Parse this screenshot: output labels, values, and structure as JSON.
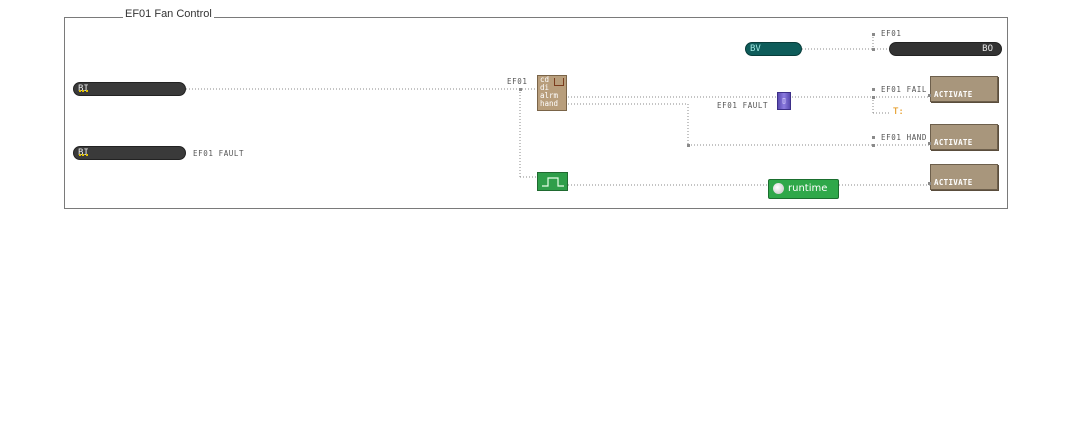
{
  "panel": {
    "title": "EF01 Fan Control"
  },
  "inputs": [
    {
      "type": "BI",
      "label": ""
    },
    {
      "type": "BI",
      "label": "EF01 FAULT"
    }
  ],
  "hoa_block": {
    "top_label": "EF01",
    "rows": [
      "cd",
      "di",
      "alrm",
      "hand"
    ]
  },
  "bv": {
    "type": "BV"
  },
  "bo": {
    "type": "BO",
    "label": "EF01"
  },
  "fault_label": "EF01 FAULT",
  "outputs": [
    {
      "label": "EF01 FAIL",
      "button": "ACTIVATE"
    },
    {
      "label": "EF01 HAND",
      "button": "ACTIVATE"
    },
    {
      "label": "",
      "button": "ACTIVATE"
    }
  ],
  "flag": "T:",
  "runtime": {
    "label": "runtime"
  },
  "colors": {
    "activate": "#a8967c",
    "bv": "#0e5c5a",
    "runtime": "#2fa84a",
    "purple": "#6a5acd"
  }
}
